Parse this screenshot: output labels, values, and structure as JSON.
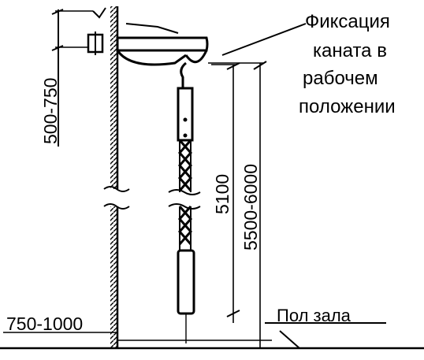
{
  "annotation": {
    "line1": "Фиксация",
    "line2": "каната в",
    "line3": "рабочем",
    "line4": "положении"
  },
  "dimensions": {
    "mount_height": "500-750",
    "wall_offset": "750-1000",
    "rope_length": "5100",
    "total_height": "5500-6000"
  },
  "floor_label": "Пол зала"
}
